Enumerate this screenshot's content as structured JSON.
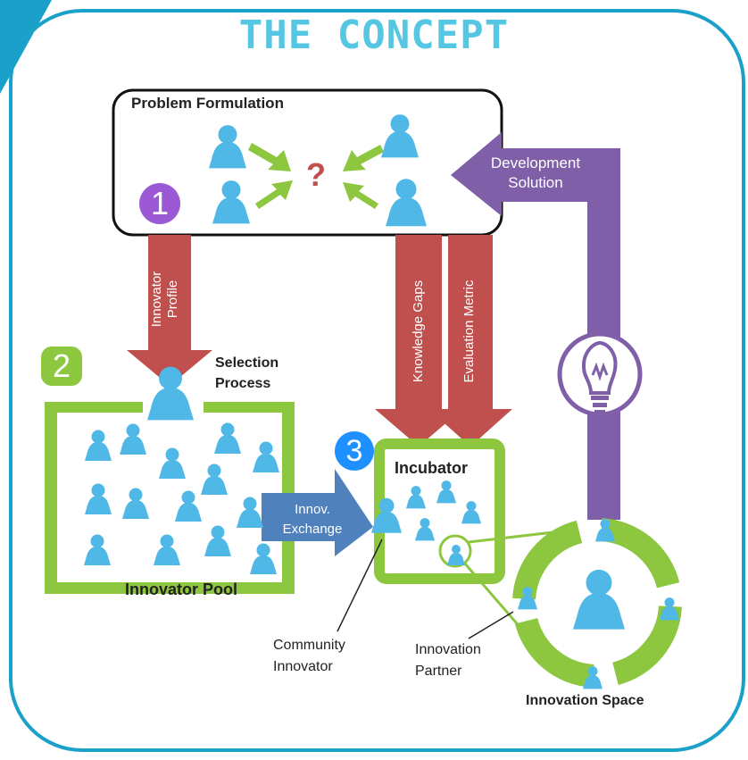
{
  "title": "THE CONCEPT",
  "steps": {
    "one": "1",
    "two": "2",
    "three": "3"
  },
  "problem": {
    "title": "Problem Formulation",
    "symbol": "?"
  },
  "arrows": {
    "innovator_profile_line1": "Innovator",
    "innovator_profile_line2": "Profile",
    "knowledge_gaps": "Knowledge Gaps",
    "evaluation_metric": "Evaluation Metric",
    "development_line1": "Development",
    "development_line2": "Solution",
    "exchange_line1": "Innov.",
    "exchange_line2": "Exchange"
  },
  "labels": {
    "selection_line1": "Selection",
    "selection_line2": "Process",
    "pool": "Innovator Pool",
    "incubator": "Incubator",
    "community_line1": "Community",
    "community_line2": "Innovator",
    "partner_line1": "Innovation",
    "partner_line2": "Partner",
    "space": "Innovation Space"
  },
  "colors": {
    "frame": "#1aa0c9",
    "person": "#4fb8e6",
    "green": "#8dc63f",
    "red_arrow": "#c0504d",
    "purple": "#7f5fa8",
    "blue_arrow": "#4f81bd",
    "question": "#c0504d"
  },
  "icons": [
    "person-icon",
    "lightbulb-icon"
  ]
}
